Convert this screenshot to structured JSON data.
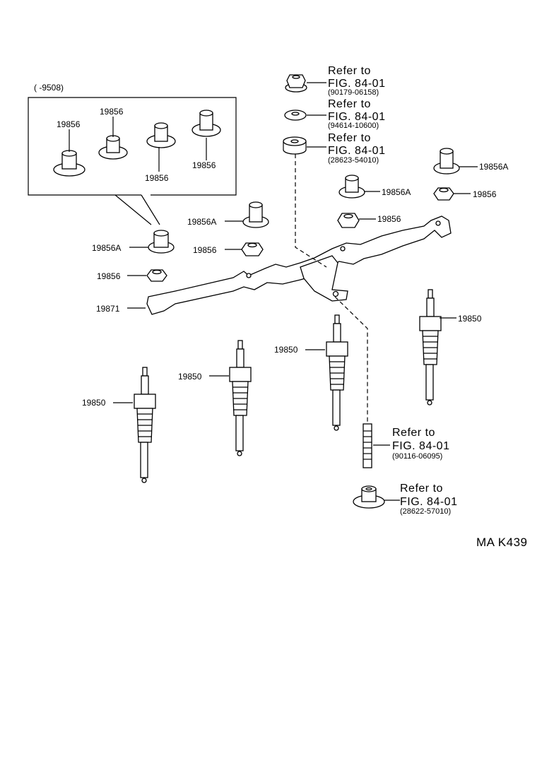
{
  "date_range": "(      -9508)",
  "figure_code": "MA  K439",
  "labels": {
    "p19856_box_a": "19856",
    "p19856_box_b": "19856",
    "p19856_box_c": "19856",
    "p19856_box_d": "19856",
    "p19856A_left": "19856A",
    "p19856A_mid": "19856A",
    "p19856_mid": "19856",
    "p19856_left": "19856",
    "p19871": "19871",
    "p19856A_right1": "19856A",
    "p19856A_right2": "19856A",
    "p19856_right1": "19856",
    "p19856_right2": "19856",
    "p19850_a": "19850",
    "p19850_b": "19850",
    "p19850_c": "19850",
    "p19850_d": "19850"
  },
  "refs": [
    {
      "line1": "Refer  to",
      "line2": "FIG. 84-01",
      "code": "(90179-06158)"
    },
    {
      "line1": "Refer  to",
      "line2": "FIG. 84-01",
      "code": "(94614-10600)"
    },
    {
      "line1": "Refer  to",
      "line2": "FIG. 84-01",
      "code": "(28623-54010)"
    },
    {
      "line1": "Refer  to",
      "line2": "FIG. 84-01",
      "code": "(90116-06095)"
    },
    {
      "line1": "Refer  to",
      "line2": "FIG. 84-01",
      "code": "(28622-57010)"
    }
  ]
}
